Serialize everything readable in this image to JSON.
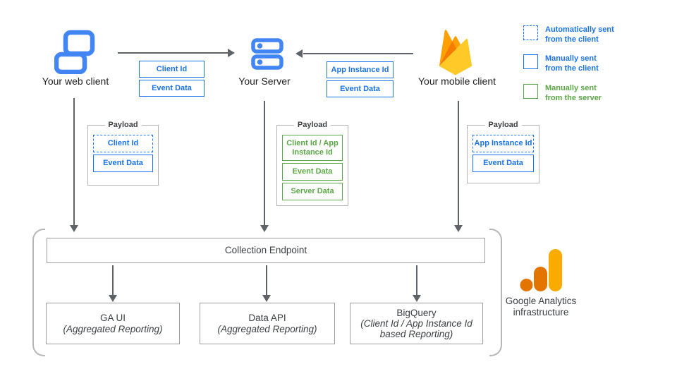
{
  "colors": {
    "blue": "#1a73e8",
    "green": "#5ba746",
    "icon_blue": "#4285f4",
    "arrow_gray": "#5f6368",
    "box_border_gray": "#9e9e9e",
    "ga_orange": "#e37400",
    "ga_amber": "#f9ab00",
    "firebase_yellow": "#ffca28",
    "firebase_amber": "#ffa000",
    "firebase_orange": "#f57c00"
  },
  "nodes": {
    "web": {
      "label": "Your web client"
    },
    "server": {
      "label": "Your Server"
    },
    "mobile": {
      "label": "Your mobile client"
    }
  },
  "flows": {
    "web_to_server": {
      "tags": [
        {
          "label": "Client Id"
        },
        {
          "label": "Event Data"
        }
      ]
    },
    "mobile_to_server": {
      "tags": [
        {
          "label": "App Instance Id"
        },
        {
          "label": "Event Data"
        }
      ]
    }
  },
  "payloads": {
    "web": {
      "title": "Payload",
      "items": [
        {
          "label": "Client Id",
          "sent": "automatically from the client"
        },
        {
          "label": "Event Data",
          "sent": "manually from the client"
        }
      ]
    },
    "server": {
      "title": "Payload",
      "items": [
        {
          "label": "Client Id / App Instance Id",
          "sent": "manually from the server"
        },
        {
          "label": "Event Data",
          "sent": "manually from the server"
        },
        {
          "label": "Server Data",
          "sent": "manually from the server"
        }
      ]
    },
    "mobile": {
      "title": "Payload",
      "items": [
        {
          "label": "App Instance Id",
          "sent": "automatically from the client"
        },
        {
          "label": "Event Data",
          "sent": "manually from the client"
        }
      ]
    }
  },
  "legend": [
    {
      "line1": "Automatically sent",
      "line2": "from the client",
      "style": "dashed-blue"
    },
    {
      "line1": "Manually sent",
      "line2": "from the client",
      "style": "solid-blue"
    },
    {
      "line1": "Manually sent",
      "line2": "from the server",
      "style": "solid-green"
    }
  ],
  "infrastructure": {
    "endpoint": "Collection Endpoint",
    "outputs": [
      {
        "title": "GA UI",
        "subtitle": "(Aggregated Reporting)"
      },
      {
        "title": "Data API",
        "subtitle": "(Aggregated Reporting)"
      },
      {
        "title": "BigQuery",
        "subtitle": "(Client Id / App Instance Id based Reporting)"
      }
    ],
    "brand_line1": "Google Analytics",
    "brand_line2": "infrastructure"
  }
}
